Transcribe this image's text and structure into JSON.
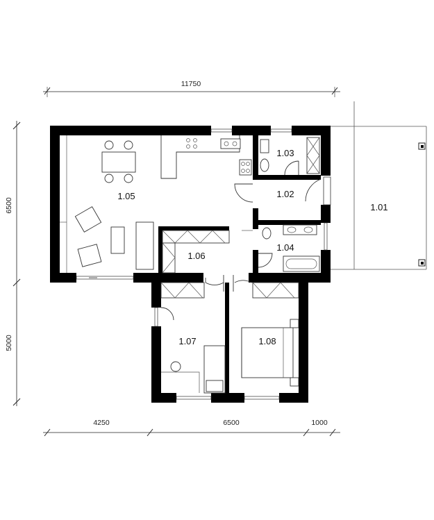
{
  "dimensions": {
    "top_total": "11750",
    "left_upper": "6500",
    "left_lower": "5000",
    "bottom_left": "4250",
    "bottom_mid": "6500",
    "bottom_right": "1000"
  },
  "rooms": [
    {
      "id": "1.01"
    },
    {
      "id": "1.02"
    },
    {
      "id": "1.03"
    },
    {
      "id": "1.04"
    },
    {
      "id": "1.05"
    },
    {
      "id": "1.06"
    },
    {
      "id": "1.07"
    },
    {
      "id": "1.08"
    }
  ]
}
